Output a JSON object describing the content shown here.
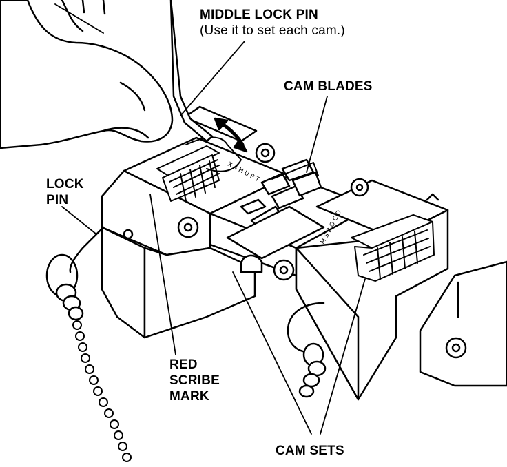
{
  "labels": {
    "middle_lock_pin": "MIDDLE LOCK PIN",
    "middle_lock_pin_note": "(Use it to set each cam.)",
    "cam_blades": "CAM BLADES",
    "lock_pin_line1": "LOCK",
    "lock_pin_line2": "PIN",
    "red_scribe_line1": "RED",
    "red_scribe_line2": "SCRIBE",
    "red_scribe_line3": "MARK",
    "cam_sets": "CAM SETS"
  },
  "colors": {
    "ink": "#000000",
    "paper": "#ffffff"
  }
}
